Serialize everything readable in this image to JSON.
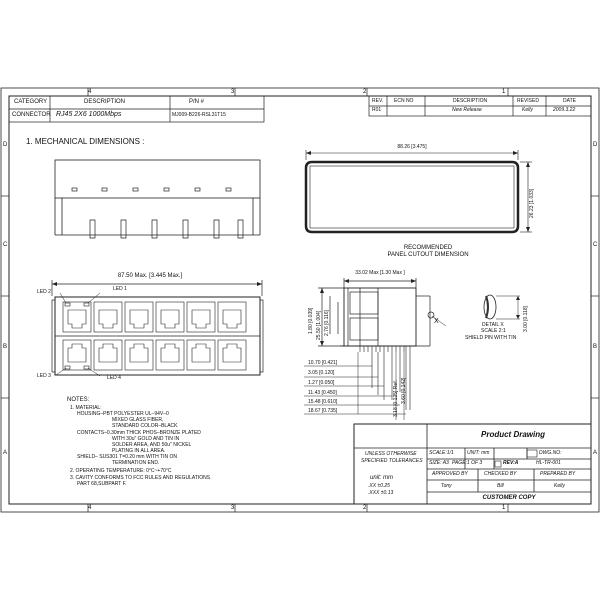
{
  "border_zones": {
    "columns": [
      "4",
      "3",
      "2",
      "1"
    ],
    "rows": [
      "D",
      "C",
      "B",
      "A"
    ]
  },
  "part_table": {
    "headers": {
      "category": "CATEGORY",
      "description": "DESCRIPTION",
      "part_no": "P/N #"
    },
    "row": {
      "category": "CONNECTOR",
      "description": "RJ45 2X6 1000Mbps",
      "part_no": "MJ009-B226-RSL31T15"
    }
  },
  "revision_table": {
    "headers": {
      "rev": "REV.",
      "ecn": "ECN NO",
      "description": "DESCRIPTION",
      "revised": "REVISED",
      "date": "DATE"
    },
    "row": {
      "rev": "R01",
      "ecn": "",
      "description": "New Release",
      "revised": "Kelly",
      "date": "2009.3.22"
    }
  },
  "section_title": "1. MECHANICAL DIMENSIONS :",
  "panel_cutout": {
    "width_dim": "88.26 [3.475]",
    "height_dim": "26.23 [1.033]",
    "caption_line1": "RECOMMENDED",
    "caption_line2": "PANEL CUTOUT DIMENSION"
  },
  "front_view": {
    "width_dim": "87.50 Max. [3.445 Max.]",
    "led_labels": {
      "led1": "LED 1",
      "led2": "LED 2",
      "led3": "LED 3",
      "led4": "LED 4"
    }
  },
  "side_view": {
    "top_dim": "33.02 Max [1.30 Max ]",
    "vertical_dims": [
      "1.80 [0.039]",
      "25.50 [1.004]",
      "2.76 [0.116]"
    ],
    "left_dims": [
      "10.70 [0.421]",
      "3.05 [0.120]",
      "1.27 [0.050]",
      "11.43 [0.450]",
      "15.48 [0.610]",
      "18.67 [0.735]"
    ],
    "pin_dims": [
      "3.18 [0.125] Ref.",
      "3.60 [0.142]"
    ],
    "detail_mark": "X"
  },
  "detail": {
    "label": "DETAIL X",
    "scale": "SCALE 2:1",
    "caption": "SHIELD PIN WITH TIN",
    "dim": "3.00 [0.118]"
  },
  "notes": [
    "NOTES:",
    "1. MATERIAL:",
    "HOUSING–PBT POLYESTER UL–94V–0",
    "MIXED GLASS FIBER,",
    "STANDARD COLOR–BLACK",
    "CONTACTS–0.30mm THICK PHOS–BRONZE PLATED",
    "WITH 30u\" GOLD AND TIN IN",
    "SOLDER AREA, AND 50u\" NICKEL",
    "PLATING IN ALL AREA.",
    "SHIELD– SUS301 T=0.20 mm WITH TIN ON",
    "TERMINATION END.",
    "2. OPERATING TEMPERATURE: 0°C~+70°C",
    "3. CAVITY CONFORMS TO FCC RULES AND REGULATIONS",
    "PART 68,SUBPART F."
  ],
  "title_block": {
    "tolerance_head_1": "UNLESS OTHERWISE",
    "tolerance_head_2": "SPECIFIED TOLERANCES",
    "unit": "unit:  mm",
    "tol_xx": ".XX    ±0.25",
    "tol_xxx": ".XXX   ±0.13",
    "product_drawing": "Product Drawing",
    "scale": "SCALE:1/1",
    "unit_cell": "UNIT: mm",
    "dwg_no_label": "DWG.NO:",
    "dwg_no": "HL-TR-001",
    "size": "SIZE: A3",
    "page": "PAGE:1 OF 3",
    "rev": "REV:A",
    "approved_by": "APPROVED BY",
    "checked_by": "CHECKED BY",
    "prepared_by": "PREPARED BY",
    "approved": "Tony",
    "checked": "Bill",
    "prepared": "Kelly",
    "customer_copy": "CUSTOMER COPY"
  }
}
